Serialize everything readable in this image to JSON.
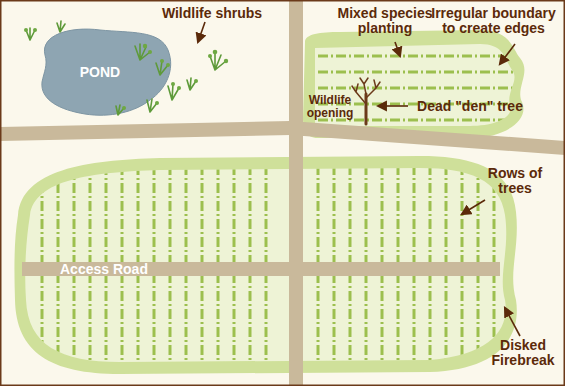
{
  "diagram": {
    "nodes": [
      {
        "text": [
          "POND"
        ]
      },
      {
        "text": [
          "Access Road"
        ]
      }
    ],
    "labels": [
      "Wildlife shrubs",
      "Mixed species planting",
      "Irregular boundary to create edges",
      "Wildlife opening",
      "Dead \"den\" tree",
      "Rows of trees",
      "Disked Firebreak"
    ]
  }
}
